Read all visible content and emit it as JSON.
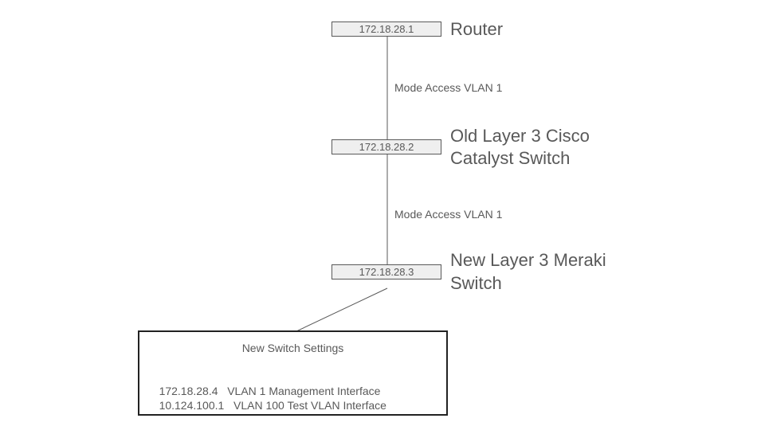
{
  "nodes": [
    {
      "ip": "172.18.28.1",
      "label_lines": [
        "Router"
      ]
    },
    {
      "ip": "172.18.28.2",
      "label_lines": [
        "Old Layer 3 Cisco",
        "Catalyst Switch"
      ]
    },
    {
      "ip": "172.18.28.3",
      "label_lines": [
        "New Layer 3 Meraki",
        "Switch"
      ]
    }
  ],
  "links": [
    {
      "label": "Mode Access VLAN 1"
    },
    {
      "label": "Mode Access VLAN 1"
    }
  ],
  "settings": {
    "title": "New Switch Settings",
    "rows": [
      {
        "ip": "172.18.28.4",
        "description": "VLAN 1 Management Interface"
      },
      {
        "ip": "10.124.100.1",
        "description": "VLAN 100 Test VLAN Interface"
      }
    ]
  },
  "colors": {
    "text": "#595959",
    "box_fill": "#efefef",
    "line": "#595959"
  }
}
